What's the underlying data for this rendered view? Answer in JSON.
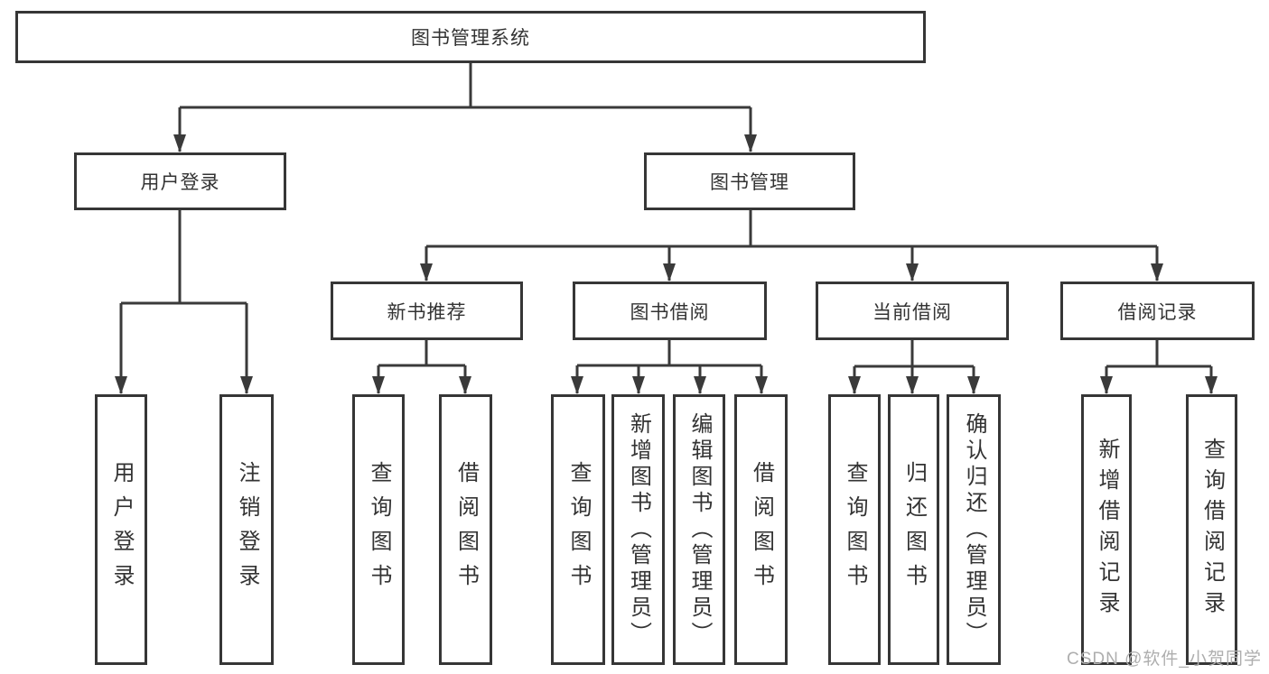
{
  "tree": {
    "label": "图书管理系统",
    "children": [
      {
        "label": "用户登录",
        "children": [
          {
            "label": "用户登录"
          },
          {
            "label": "注销登录"
          }
        ]
      },
      {
        "label": "图书管理",
        "children": [
          {
            "label": "新书推荐",
            "children": [
              {
                "label": "查询图书"
              },
              {
                "label": "借阅图书"
              }
            ]
          },
          {
            "label": "图书借阅",
            "children": [
              {
                "label": "查询图书"
              },
              {
                "label": "新增图书（管理员）"
              },
              {
                "label": "编辑图书（管理员）"
              },
              {
                "label": "借阅图书"
              }
            ]
          },
          {
            "label": "当前借阅",
            "children": [
              {
                "label": "查询图书"
              },
              {
                "label": "归还图书"
              },
              {
                "label": "确认归还（管理员）"
              }
            ]
          },
          {
            "label": "借阅记录",
            "children": [
              {
                "label": "新增借阅记录"
              },
              {
                "label": "查询借阅记录"
              }
            ]
          }
        ]
      }
    ]
  },
  "watermark": {
    "text": "CSDN @软件_小贺同学"
  },
  "colors": {
    "line": "#3a3a3a",
    "border": "#363636",
    "text": "#333333",
    "background": "#ffffff",
    "watermark": "#aeaeae"
  }
}
